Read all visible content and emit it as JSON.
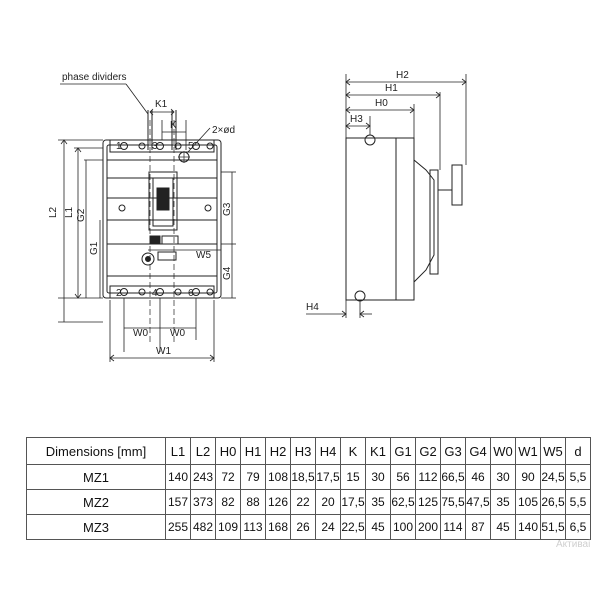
{
  "drawing": {
    "labels": {
      "phase_dividers": "phase dividers",
      "K1": "K1",
      "K": "K",
      "hole": "2×ød",
      "L2": "L2",
      "L1": "L1",
      "G2": "G2",
      "G1": "G1",
      "G3": "G3",
      "G4": "G4",
      "W5": "W5",
      "W0_left": "W0",
      "W0_right": "W0",
      "W1": "W1",
      "H2": "H2",
      "H1": "H1",
      "H0": "H0",
      "H3": "H3",
      "H4": "H4"
    },
    "terminal_numbers_top": [
      "1",
      "3",
      "5"
    ],
    "terminal_numbers_bottom": [
      "2",
      "4",
      "6"
    ]
  },
  "table": {
    "header_label": "Dimensions [mm]",
    "columns": [
      "L1",
      "L2",
      "H0",
      "H1",
      "H2",
      "H3",
      "H4",
      "K",
      "K1",
      "G1",
      "G2",
      "G3",
      "G4",
      "W0",
      "W1",
      "W5",
      "d"
    ],
    "rows": [
      {
        "name": "MZ1",
        "values": [
          "140",
          "243",
          "72",
          "79",
          "108",
          "18,5",
          "17,5",
          "15",
          "30",
          "56",
          "112",
          "66,5",
          "46",
          "30",
          "90",
          "24,5",
          "5,5"
        ]
      },
      {
        "name": "MZ2",
        "values": [
          "157",
          "373",
          "82",
          "88",
          "126",
          "22",
          "20",
          "17,5",
          "35",
          "62,5",
          "125",
          "75,5",
          "47,5",
          "35",
          "105",
          "26,5",
          "5,5"
        ]
      },
      {
        "name": "MZ3",
        "values": [
          "255",
          "482",
          "109",
          "113",
          "168",
          "26",
          "24",
          "22,5",
          "45",
          "100",
          "200",
          "114",
          "87",
          "45",
          "140",
          "51,5",
          "6,5"
        ]
      }
    ]
  },
  "watermark": "Активаі"
}
